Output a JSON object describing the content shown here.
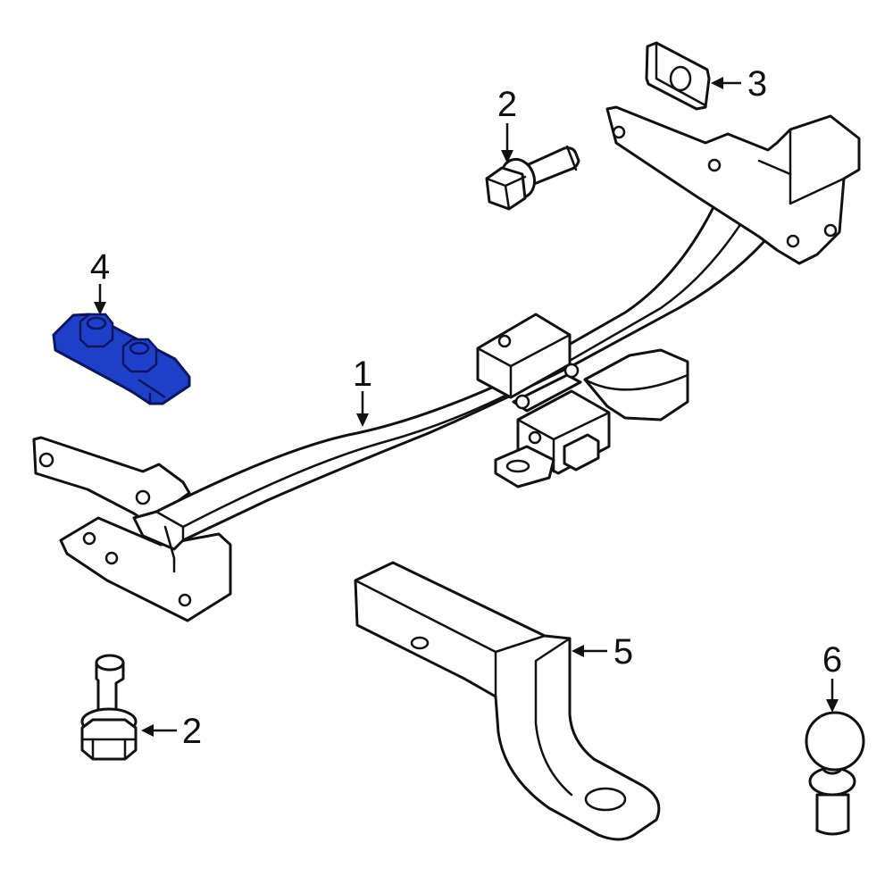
{
  "callouts": {
    "c1": "1",
    "c2a": "2",
    "c2b": "2",
    "c3": "3",
    "c4": "4",
    "c5": "5",
    "c6": "6"
  },
  "colors": {
    "highlight": "#1e40c8",
    "highlight_stroke": "#0a1660",
    "outline": "#111111"
  },
  "highlighted_part": "4"
}
